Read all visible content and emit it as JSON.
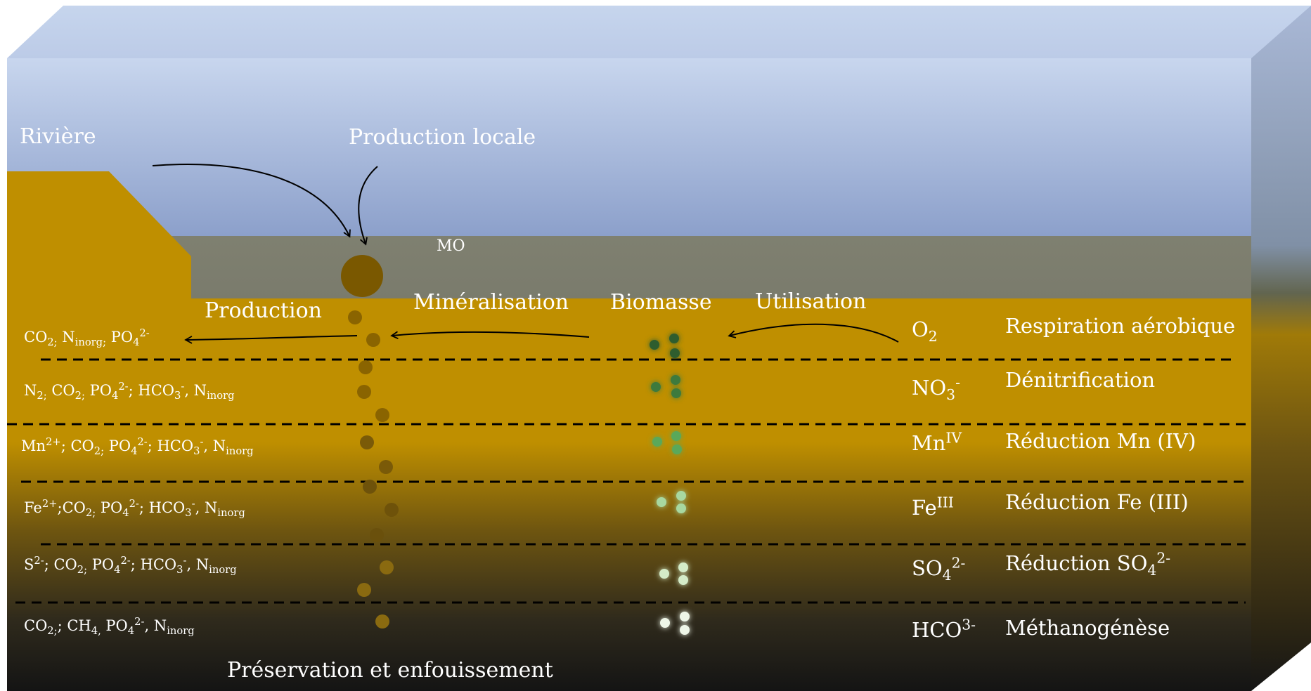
{
  "labels": {
    "riviere": "Rivière",
    "production_locale": "Production locale",
    "mo": "MO",
    "production": "Production",
    "mineralisation": "Minéralisation",
    "biomasse": "Biomasse",
    "utilisation": "Utilisation",
    "preservation": "Préservation et enfouissement"
  },
  "layers": [
    {
      "oxidant": {
        "base": "O",
        "sub": "2",
        "sup": ""
      },
      "process": {
        "text": "Respiration aérobique",
        "sub": "",
        "sup": ""
      },
      "products": [
        {
          "t": "CO"
        },
        {
          "t": "2;",
          "sub": true
        },
        {
          "t": " N"
        },
        {
          "t": "inorg;",
          "sub": true
        },
        {
          "t": " PO"
        },
        {
          "t": "4",
          "sub": true
        },
        {
          "t": "2-",
          "sup": true
        }
      ]
    },
    {
      "oxidant": {
        "base": "NO",
        "sub": "3",
        "sup": "-"
      },
      "process": {
        "text": "Dénitrification",
        "sub": "",
        "sup": ""
      },
      "products": [
        {
          "t": "N"
        },
        {
          "t": "2;",
          "sub": true
        },
        {
          "t": " CO"
        },
        {
          "t": "2;",
          "sub": true
        },
        {
          "t": " PO"
        },
        {
          "t": "4",
          "sub": true
        },
        {
          "t": "2-",
          "sup": true
        },
        {
          "t": "; HCO"
        },
        {
          "t": "3",
          "sub": true
        },
        {
          "t": "-",
          "sup": true
        },
        {
          "t": ", N"
        },
        {
          "t": "inorg",
          "sub": true
        }
      ]
    },
    {
      "oxidant": {
        "base": "Mn",
        "sub": "",
        "sup": "IV"
      },
      "process": {
        "text": "Réduction Mn (IV)",
        "sub": "",
        "sup": ""
      },
      "products": [
        {
          "t": "Mn"
        },
        {
          "t": "2+",
          "sup": true
        },
        {
          "t": "; CO"
        },
        {
          "t": "2;",
          "sub": true
        },
        {
          "t": " PO"
        },
        {
          "t": "4",
          "sub": true
        },
        {
          "t": "2-",
          "sup": true
        },
        {
          "t": "; HCO"
        },
        {
          "t": "3",
          "sub": true
        },
        {
          "t": "-",
          "sup": true
        },
        {
          "t": ", N"
        },
        {
          "t": "inorg",
          "sub": true
        }
      ]
    },
    {
      "oxidant": {
        "base": "Fe",
        "sub": "",
        "sup": "III"
      },
      "process": {
        "text": "Réduction Fe (III)",
        "sub": "",
        "sup": ""
      },
      "products": [
        {
          "t": "Fe"
        },
        {
          "t": "2+",
          "sup": true
        },
        {
          "t": ";CO"
        },
        {
          "t": "2;",
          "sub": true
        },
        {
          "t": " PO"
        },
        {
          "t": "4",
          "sub": true
        },
        {
          "t": "2-",
          "sup": true
        },
        {
          "t": "; HCO"
        },
        {
          "t": "3",
          "sub": true
        },
        {
          "t": "-",
          "sup": true
        },
        {
          "t": ", N"
        },
        {
          "t": "inorg",
          "sub": true
        }
      ]
    },
    {
      "oxidant": {
        "base": "SO",
        "sub": "4",
        "sup": "2-"
      },
      "process": {
        "text": "Réduction SO",
        "sub": "4",
        "sup": "2-"
      },
      "products": [
        {
          "t": "S"
        },
        {
          "t": "2-",
          "sup": true
        },
        {
          "t": "; CO"
        },
        {
          "t": "2;",
          "sub": true
        },
        {
          "t": " PO"
        },
        {
          "t": "4",
          "sub": true
        },
        {
          "t": "2-",
          "sup": true
        },
        {
          "t": "; HCO"
        },
        {
          "t": "3",
          "sub": true
        },
        {
          "t": "-",
          "sup": true
        },
        {
          "t": ", N"
        },
        {
          "t": "inorg",
          "sub": true
        }
      ]
    },
    {
      "oxidant": {
        "base": "HCO",
        "sub": "",
        "sup": "3-"
      },
      "process": {
        "text": "Méthanogénèse",
        "sub": "",
        "sup": ""
      },
      "products": [
        {
          "t": "CO"
        },
        {
          "t": "2;",
          "sub": true
        },
        {
          "t": "; CH"
        },
        {
          "t": "4,",
          "sub": true
        },
        {
          "t": " PO"
        },
        {
          "t": "4",
          "sub": true
        },
        {
          "t": "2-",
          "sup": true
        },
        {
          "t": ", N"
        },
        {
          "t": "inorg",
          "sub": true
        }
      ]
    }
  ],
  "colors": {
    "water_top": "#c5d4ec",
    "water_bottom": "#8ea3cb",
    "turbid_layer": "#7b7c6a",
    "sediment": "#bf8f00",
    "deep": "#141414",
    "particle": "#7a5800",
    "bacteria_dark": "#2f5d2f",
    "bacteria_light": "#e8f2e0"
  }
}
